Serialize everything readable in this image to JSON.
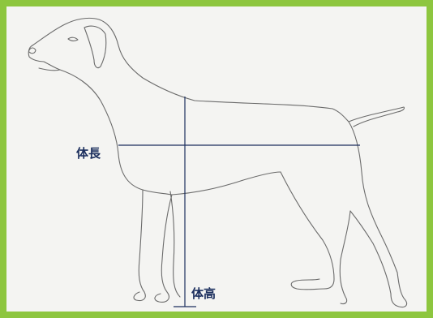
{
  "labels": {
    "body_length": "体長",
    "body_height": "体高"
  },
  "colors": {
    "frame": "#8dc63f",
    "background": "#f4f4f2",
    "outline": "#6b6b6b",
    "measure_line": "#1c2f5e"
  },
  "subject": "dog-side-profile"
}
